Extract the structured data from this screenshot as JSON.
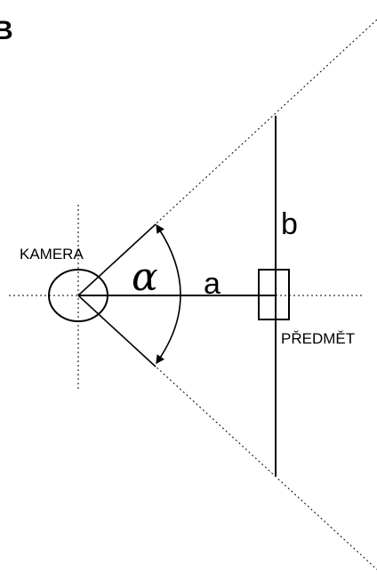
{
  "figure": {
    "panel_letter": "B",
    "camera_label": "KAMERA",
    "object_label": "PŘEDMĚT",
    "distance_label": "a",
    "height_label": "b",
    "angle_label": "α"
  },
  "colors": {
    "ink": "#000000",
    "background": "#ffffff"
  }
}
